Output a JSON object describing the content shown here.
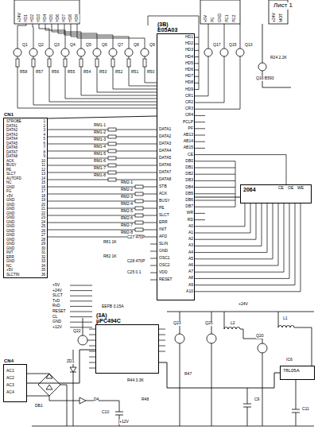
{
  "diagram": {
    "nodes": [
      {
        "text": [
          "(3B)",
          "E05A03"
        ]
      },
      {
        "text": [
          "CN1"
        ]
      },
      {
        "text": [
          "(3A)",
          "μPC494C"
        ]
      },
      {
        "text": [
          "2064"
        ]
      },
      {
        "text": [
          "CN4"
        ]
      },
      {
        "text": [
          "78L05A"
        ]
      }
    ],
    "edges": [
      {
        "from": 1,
        "to": 0,
        "arrow": "none"
      },
      {
        "from": 0,
        "to": 3,
        "arrow": "none"
      },
      {
        "from": 4,
        "to": 2,
        "arrow": "none"
      },
      {
        "from": 2,
        "to": 5,
        "arrow": "none"
      }
    ],
    "labels": [
      "Лист 1",
      "+24V",
      "HD1",
      "HD2",
      "HD3",
      "HD4",
      "HD5",
      "HD6",
      "HD7",
      "HD8",
      "HD9",
      "+5V",
      "PE",
      "GND",
      "PE1",
      "PE2",
      "+24V",
      "MOT",
      "Q1",
      "Q2",
      "Q3",
      "Q4",
      "Q5",
      "Q6",
      "Q7",
      "Q8",
      "Q9",
      "R58",
      "R57",
      "R56",
      "R55",
      "R54",
      "R53",
      "R52",
      "R51",
      "R50",
      "Q17",
      "Q15",
      "Q13",
      "DATA1",
      "DATA2",
      "DATA3",
      "DATA4",
      "DATA5",
      "DATA6",
      "DATA7",
      "DATA8",
      "STB",
      "ACK",
      "BUSY",
      "PE",
      "SLCT",
      "ERR",
      "INIT",
      "AFD",
      "SLIN",
      "GND",
      "OSC1",
      "OSC2",
      "VDD",
      "RESET",
      "HD1",
      "HD2",
      "HD3",
      "HD4",
      "HD5",
      "HD6",
      "HD7",
      "HD8",
      "HD9",
      "CR1",
      "CR2",
      "CR3",
      "CR4",
      "PCLP",
      "PF",
      "AB13",
      "AB14",
      "AB15",
      "CE",
      "DB0",
      "DB1",
      "DB2",
      "DB3",
      "DB4",
      "DB5",
      "DB6",
      "DB7",
      "WR",
      "RD",
      "A0",
      "A1",
      "A2",
      "A3",
      "A4",
      "A5",
      "A6",
      "A7",
      "A8",
      "A9",
      "A10",
      "RM1-1",
      "RM1-2",
      "RM1-3",
      "RM1-4",
      "RM1-5",
      "RM1-6",
      "RM1-7",
      "RM1-8",
      "RM2-1",
      "RM2-2",
      "RM2-3",
      "RM2-4",
      "RM2-5",
      "RM2-6",
      "RM2-7",
      "RM2-8",
      "STROBE",
      "DATA1",
      "DATA2",
      "DATA3",
      "DATA4",
      "DATA5",
      "DATA6",
      "DATA7",
      "DATA8",
      "ACK",
      "BUSY",
      "PE",
      "SLCT",
      "AUTOFD",
      "NC",
      "GND",
      "FG",
      "+5V",
      "GND",
      "GND",
      "GND",
      "GND",
      "GND",
      "GND",
      "GND",
      "GND",
      "GND",
      "GND",
      "GND",
      "GND",
      "INIT",
      "ERR",
      "GND",
      "NC",
      "+5V",
      "SLCTIN",
      "1",
      "2",
      "3",
      "4",
      "5",
      "6",
      "7",
      "8",
      "9",
      "10",
      "11",
      "12",
      "13",
      "14",
      "15",
      "16",
      "17",
      "18",
      "19",
      "20",
      "21",
      "22",
      "23",
      "24",
      "25",
      "26",
      "27",
      "28",
      "29",
      "30",
      "31",
      "32",
      "33",
      "34",
      "35",
      "36",
      "CE",
      "OE",
      "WE",
      "+5V",
      "+24V",
      "SLCT",
      "TxD",
      "RxD",
      "RESET",
      "CL",
      "GND",
      "+12V",
      "AC1",
      "AC2",
      "AC3",
      "AC4",
      "EEFB 3.15A",
      "R81 1K",
      "R82 1K",
      "C27 470P",
      "C28 470P",
      "C25 0.1",
      "Q16 B593",
      "R24 2.2K",
      "Q22",
      "ZD1",
      "DB1",
      "D4",
      "C10",
      "R44 3.3K",
      "R48",
      "Q23",
      "Q25",
      "L2",
      "Q20",
      "L1",
      "IC6",
      "+12V",
      "+24V",
      "R47",
      "C9",
      "C11"
    ]
  }
}
